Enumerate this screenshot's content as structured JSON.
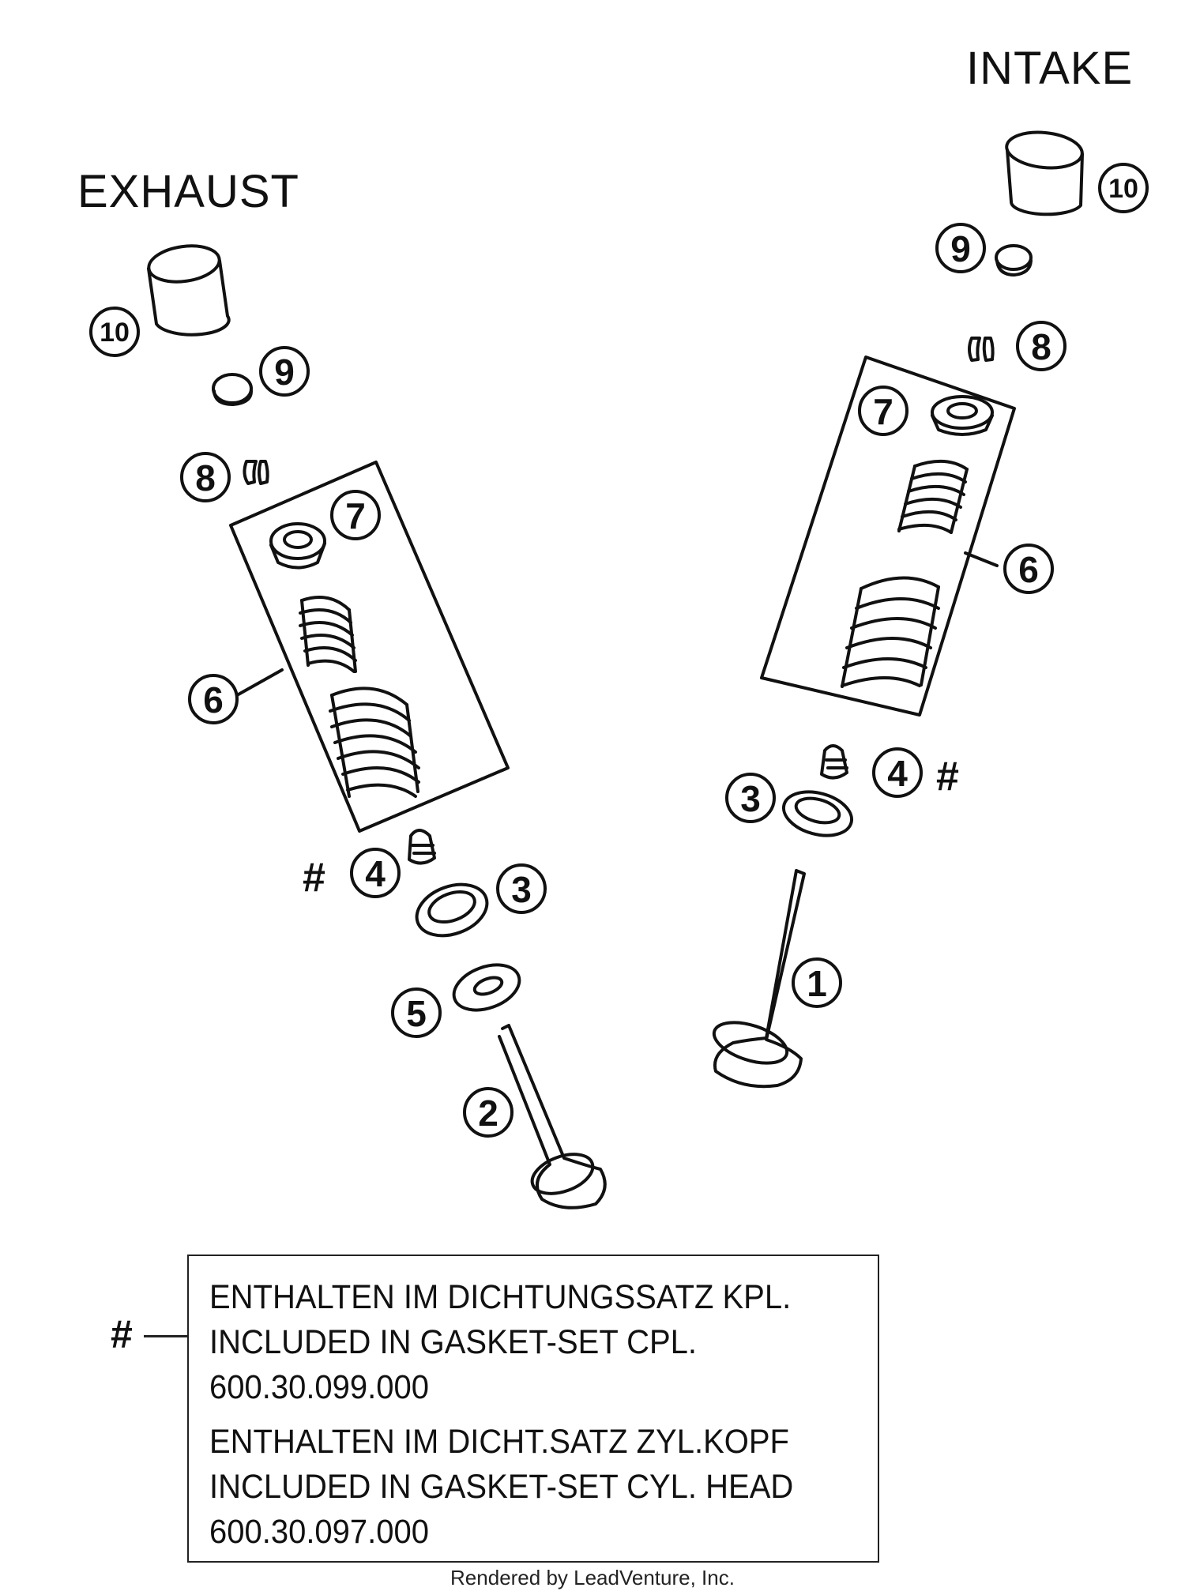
{
  "labels": {
    "exhaust": "EXHAUST",
    "intake": "INTAKE",
    "hash": "#"
  },
  "callouts": {
    "n1": "1",
    "n2": "2",
    "n3": "3",
    "n4": "4",
    "n5": "5",
    "n6": "6",
    "n7": "7",
    "n8": "8",
    "n9": "9",
    "n10": "10"
  },
  "note": {
    "marker": "#",
    "line1": "ENTHALTEN IM DICHTUNGSSATZ KPL.",
    "line2": "INCLUDED IN GASKET-SET CPL.",
    "line3": "600.30.099.000",
    "line4": "ENTHALTEN IM DICHT.SATZ ZYL.KOPF",
    "line5": "INCLUDED IN GASKET-SET CYL. HEAD",
    "line6": "600.30.097.000"
  },
  "footer": "Rendered by LeadVenture, Inc."
}
